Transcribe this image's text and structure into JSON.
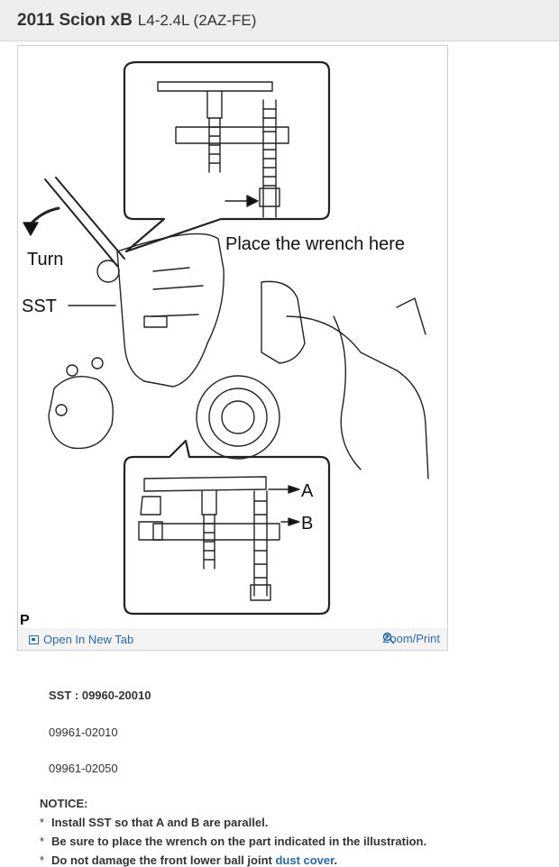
{
  "header": {
    "vehicle": "2011 Scion xB",
    "engine": "L4-2.4L (2AZ-FE)"
  },
  "figure": {
    "labels": {
      "turn": "Turn",
      "sst": "SST",
      "wrench": "Place the wrench here",
      "a": "A",
      "b": "B",
      "p": "P"
    },
    "open_link": "Open In New Tab",
    "zoom_link": "Zoom/Print"
  },
  "spec": {
    "sst": "SST : 09960-20010",
    "part1": "09961-02010",
    "part2": "09961-02050"
  },
  "notice": {
    "heading": "NOTICE:",
    "bullet": "*",
    "items": [
      "Install SST so that A and B are parallel.",
      "Be sure to place the wrench on the part indicated in the illustration.",
      "Do not damage the front lower ball joint "
    ],
    "link_text": "dust cover",
    "link_suffix": "."
  },
  "colors": {
    "link": "#2a6aa6",
    "header_bg": "#eeeeee"
  }
}
